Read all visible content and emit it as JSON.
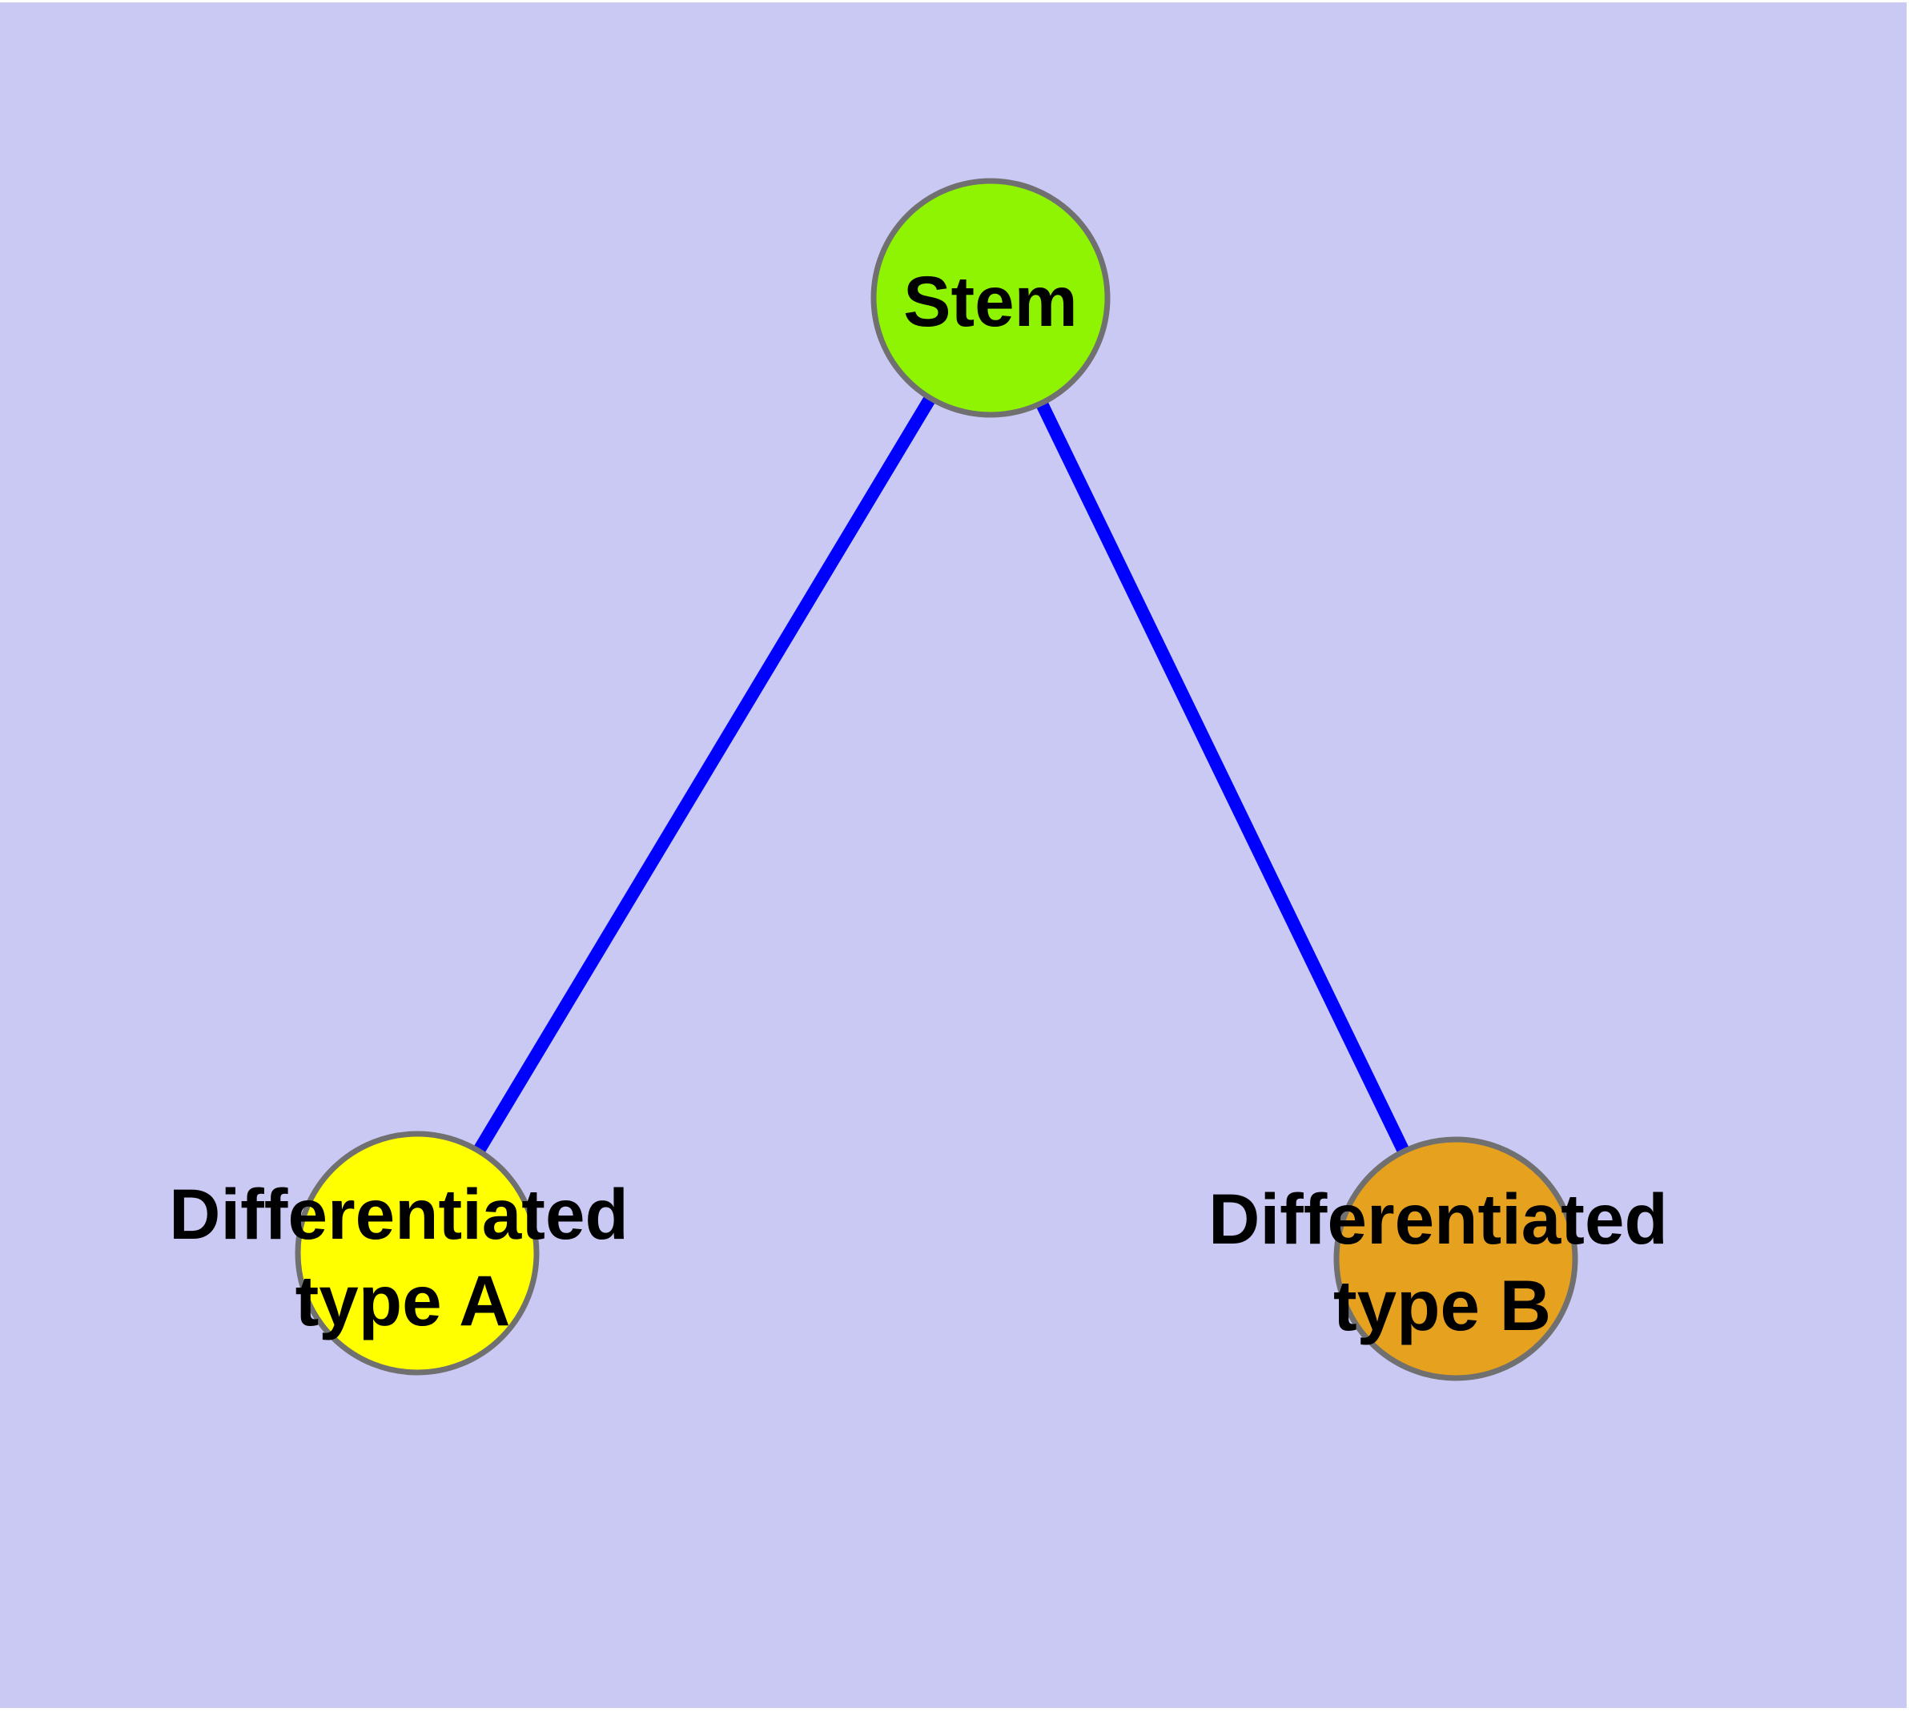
{
  "diagram": {
    "type": "graph",
    "description_nodes_count": 3,
    "description_edges_count": 2
  },
  "colors": {
    "page": "#FFFFFF",
    "background": "#C9C9F3",
    "edge": "#0000FF",
    "node_border": "#707070",
    "label": "#000000"
  },
  "nodes": {
    "stem": {
      "label": "Stem",
      "fill": "#8FF402"
    },
    "type_a": {
      "label_line1": "Differentiated",
      "label_line2": "type A",
      "fill": "#FFFF00"
    },
    "type_b": {
      "label_line1": "Differentiated",
      "label_line2": "type B",
      "fill": "#E6A11E"
    }
  },
  "edges": [
    {
      "from": "Stem",
      "to": "Differentiated type A"
    },
    {
      "from": "Stem",
      "to": "Differentiated type B"
    }
  ]
}
